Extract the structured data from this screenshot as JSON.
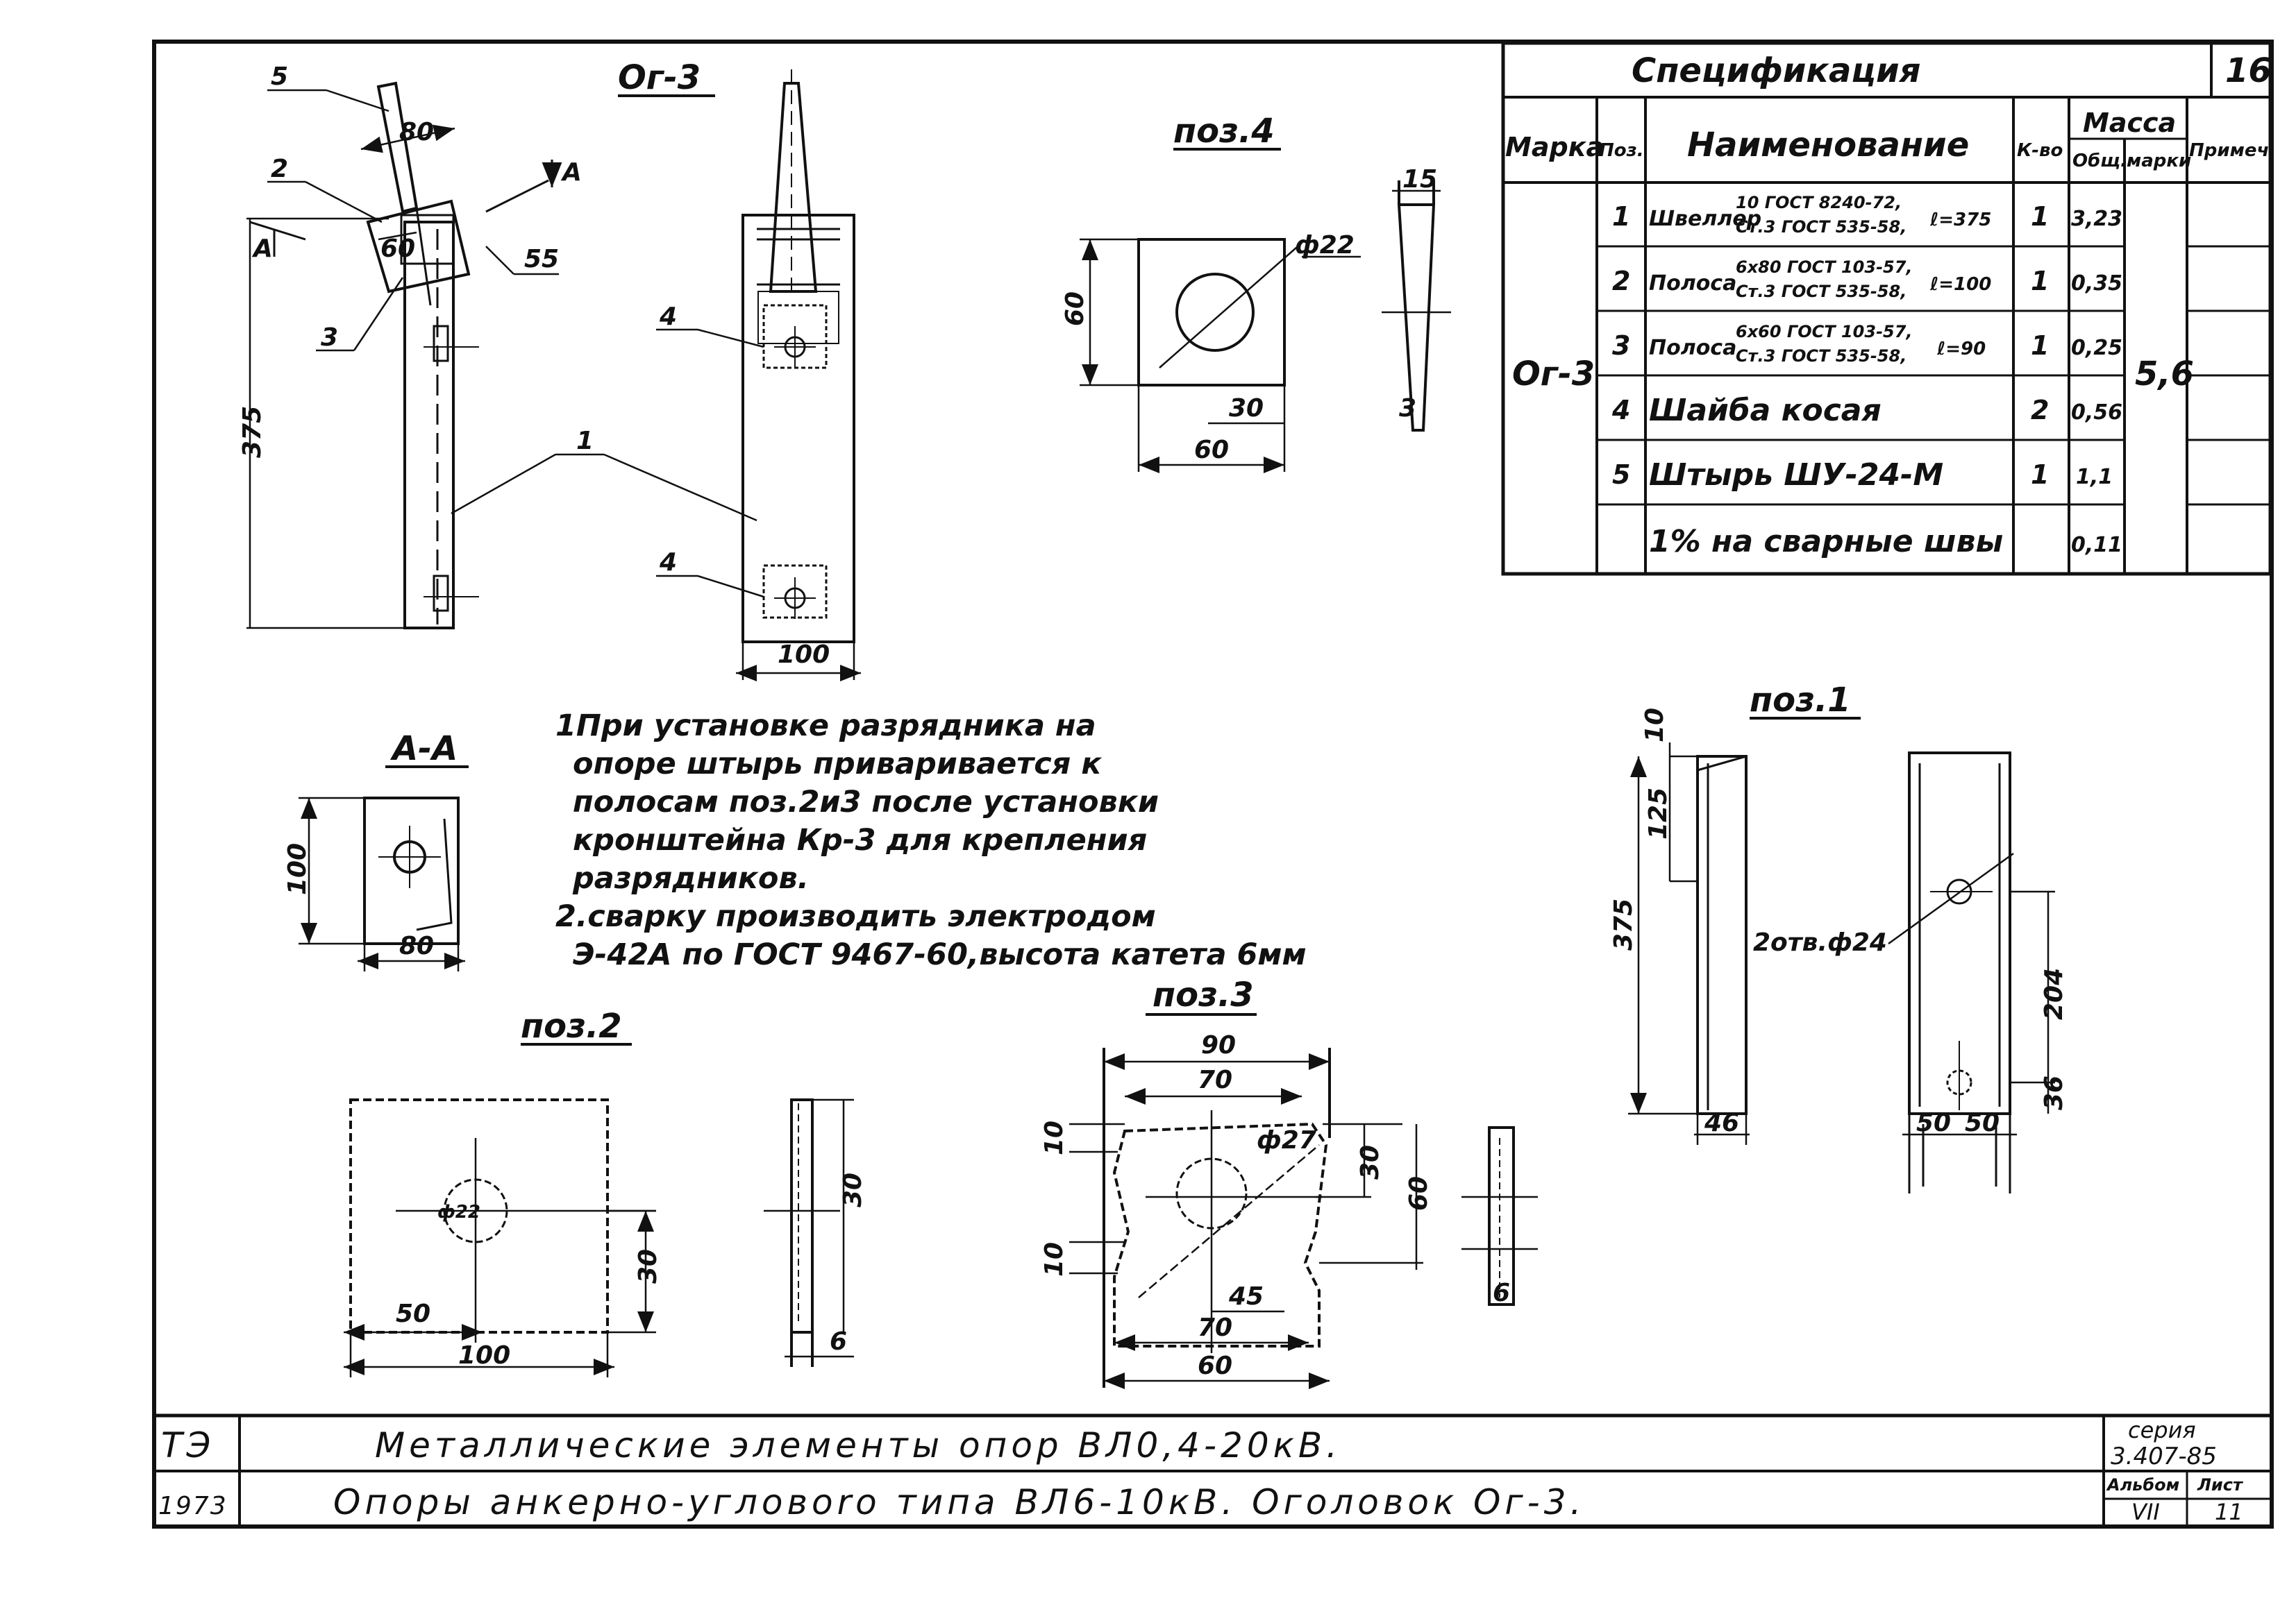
{
  "drawing": {
    "title_main": "Ог-3",
    "section_label": "А-А",
    "cut_letter": "А",
    "callouts": [
      "5",
      "2",
      "3",
      "4",
      "1"
    ],
    "pos_titles": {
      "pos1": "поз.1",
      "pos2": "поз.2",
      "pos3": "поз.3",
      "pos4": "поз.4"
    },
    "dims": {
      "main_80": "80",
      "main_60": "60",
      "main_55": "55",
      "main_375": "375",
      "main_100": "100",
      "aa_100": "100",
      "aa_80": "80",
      "p4_60": "60",
      "p4_30": "30",
      "p4_60b": "60",
      "p4_phi": "ф22",
      "p4_15": "15",
      "p4_3": "3",
      "p1_10": "10",
      "p1_125": "125",
      "p1_375": "375",
      "p1_hole": "2отв.ф24",
      "p1_204": "204",
      "p1_36": "36",
      "p1_46": "46",
      "p1_50": "50",
      "p1_50b": "50",
      "p2_50": "50",
      "p2_100": "100",
      "p2_30": "30",
      "p2_phi": "ф22",
      "p2_6": "6",
      "p2_30b": "30",
      "p3_90": "90",
      "p3_70": "70",
      "p3_10": "10",
      "p3_phi": "ф27",
      "p3_30": "30",
      "p3_60": "60",
      "p3_10b": "10",
      "p3_45": "45",
      "p3_70b": "70",
      "p3_60b": "60",
      "p3_6": "6"
    }
  },
  "notes": [
    "1При установке разрядника на",
    "опоре штырь приваривается к",
    "полосам поз.2и3 после установки",
    "кронштейна Кр-3 для крепления",
    "разрядников.",
    "2.сварку производить электродом",
    "Э-42А по ГОСТ 9467-60,высота катета 6мм"
  ],
  "spec": {
    "title": "Спецификация",
    "sheet_no": "16",
    "headers": {
      "marka": "Марка",
      "poz": "Поз.",
      "name": "Наименование",
      "qty": "К-во",
      "mass": "Масса",
      "mass_total": "Общ.",
      "mass_mark": "марки",
      "note": "Примеч."
    },
    "marka": "Ог-3",
    "mass_mark": "5,6",
    "rows": [
      {
        "poz": "1",
        "name": "Швеллер",
        "spec_top": "10 ГОСТ 8240-72,",
        "spec_bot": "Ст.3 ГОСТ 535-58,",
        "len": "ℓ=375",
        "qty": "1",
        "mass": "3,23"
      },
      {
        "poz": "2",
        "name": "Полоса",
        "spec_top": "6х80 ГОСТ 103-57,",
        "spec_bot": "Ст.3 ГОСТ 535-58,",
        "len": "ℓ=100",
        "qty": "1",
        "mass": "0,35"
      },
      {
        "poz": "3",
        "name": "Полоса",
        "spec_top": "6х60 ГОСТ 103-57,",
        "spec_bot": "Ст.3 ГОСТ 535-58,",
        "len": "ℓ=90",
        "qty": "1",
        "mass": "0,25"
      },
      {
        "poz": "4",
        "name": "Шайба косая",
        "spec_top": "",
        "spec_bot": "",
        "len": "",
        "qty": "2",
        "mass": "0,56"
      },
      {
        "poz": "5",
        "name": "Штырь ШУ-24-М",
        "spec_top": "",
        "spec_bot": "",
        "len": "",
        "qty": "1",
        "mass": "1,1"
      },
      {
        "poz": "",
        "name": "1% на сварные швы",
        "spec_top": "",
        "spec_bot": "",
        "len": "",
        "qty": "",
        "mass": "0,11"
      }
    ]
  },
  "stamp": {
    "org": "ТЭ",
    "year": "1973",
    "line1": "Металлические элементы опор ВЛ0,4-20кВ.",
    "line2": "Опоры анкерно-угловоrо типа ВЛ6-10кВ. Оголовок Ог-3.",
    "series_label": "серия",
    "series_value": "3.407-85",
    "album_label": "Альбом",
    "album_value": "VII",
    "sheet_label": "Лист",
    "sheet_value": "11"
  }
}
